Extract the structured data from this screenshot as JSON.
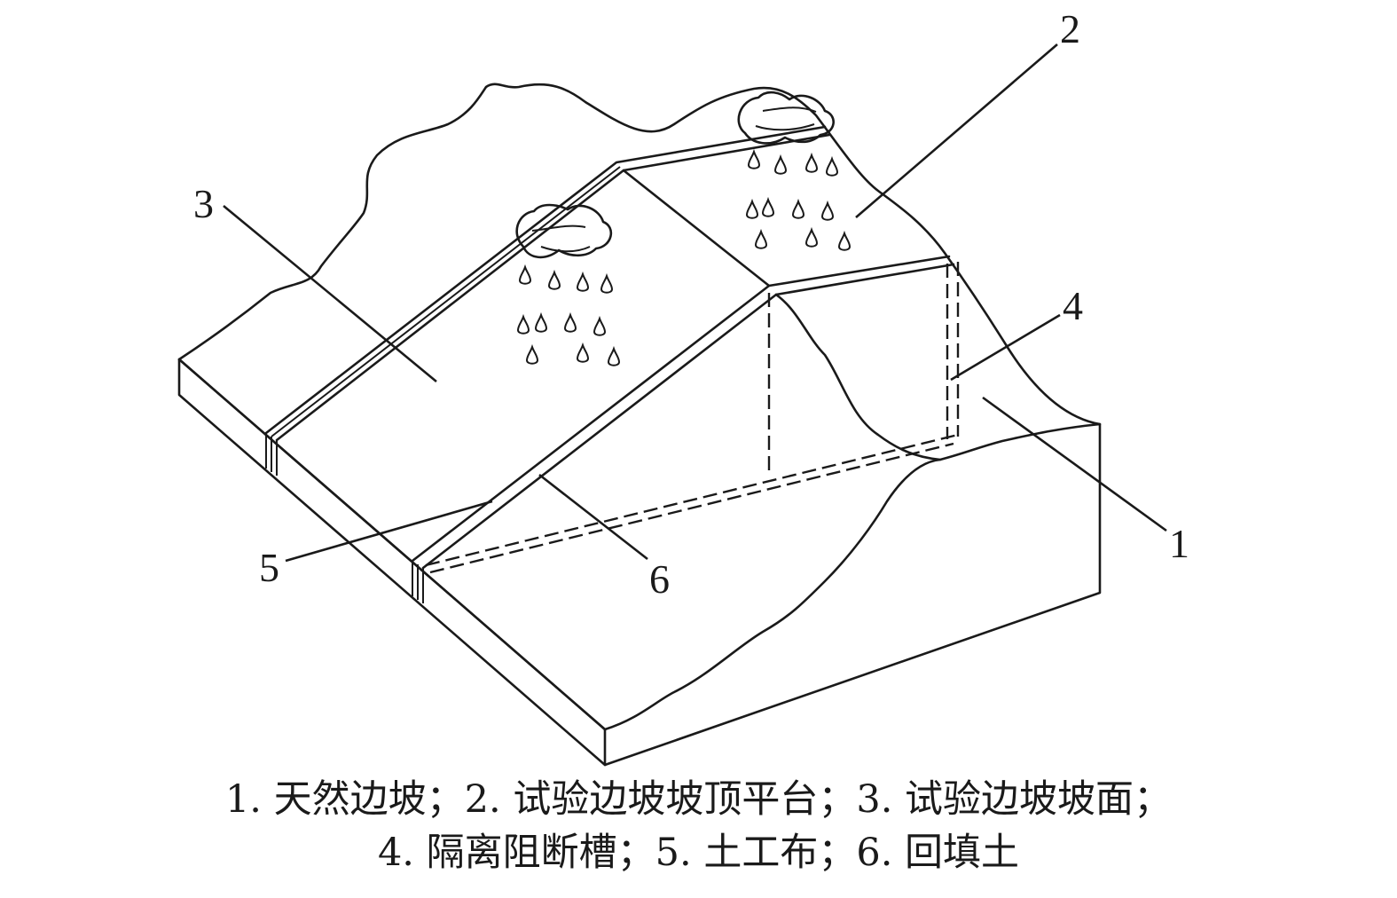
{
  "callouts": {
    "c1": "1",
    "c2": "2",
    "c3": "3",
    "c4": "4",
    "c5": "5",
    "c6": "6"
  },
  "caption": {
    "line1": "1. 天然边坡；2. 试验边坡坡顶平台；3. 试验边坡坡面；",
    "line2": "4. 隔离阻断槽；5. 土工布；6. 回填土"
  },
  "colors": {
    "ink": "#1a1a1a",
    "background": "#ffffff"
  }
}
